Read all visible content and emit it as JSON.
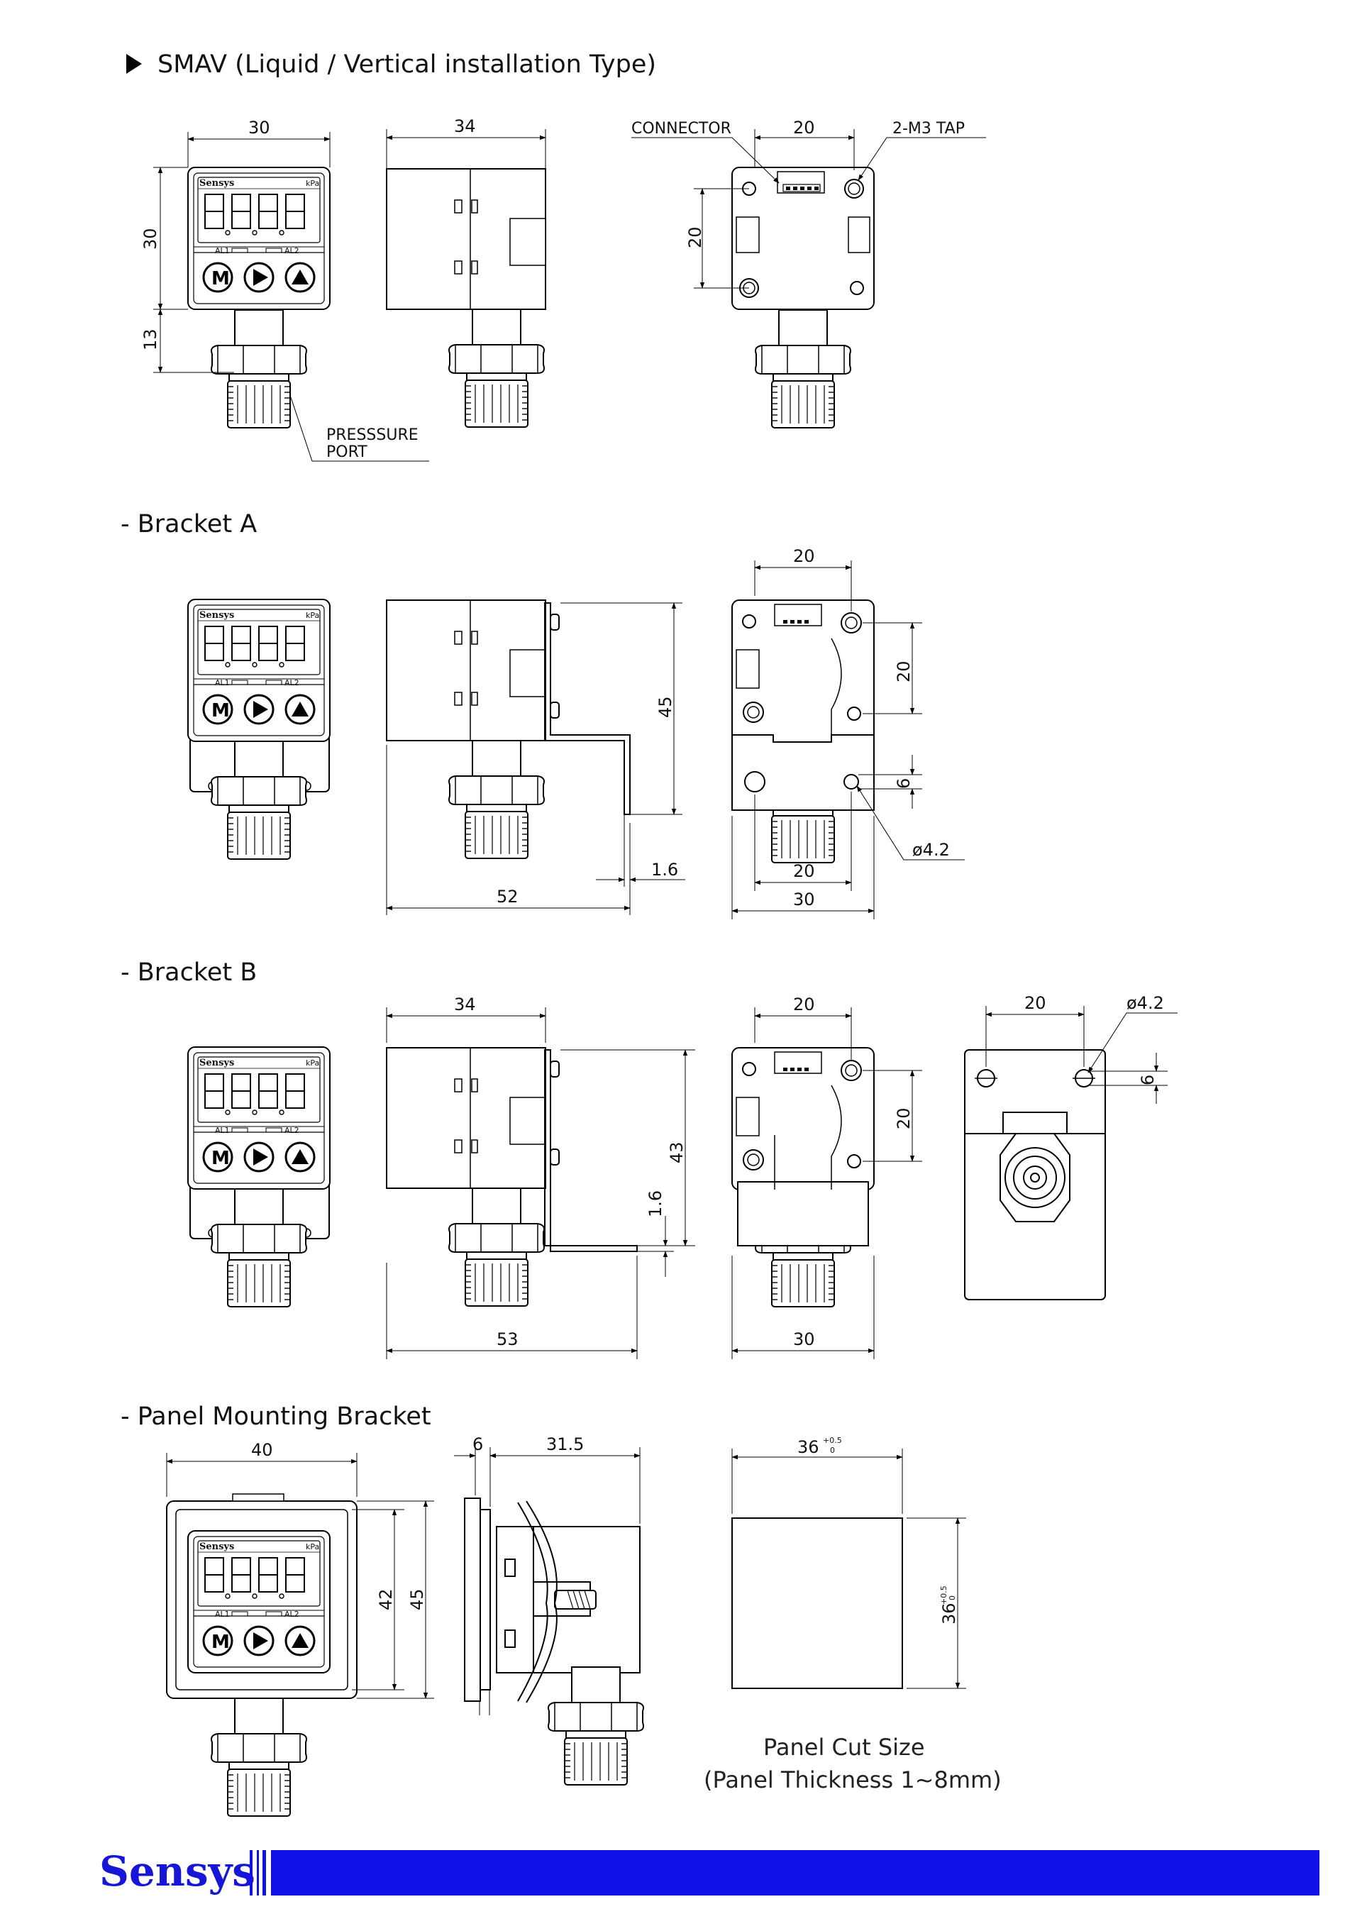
{
  "headings": {
    "smav": "SMAV (Liquid / Vertical installation Type)",
    "bracket_a": "- Bracket A",
    "bracket_b": "- Bracket B",
    "panel": "- Panel Mounting Bracket"
  },
  "device": {
    "brand": "Sensys",
    "unit": "kPa",
    "alarm1": "AL1",
    "alarm2": "AL2",
    "button_mode": "M"
  },
  "smav": {
    "front_width": "30",
    "front_height": "30",
    "port_height": "13",
    "side_width": "34",
    "connector": "CONNECTOR",
    "hole_spacing_h": "20",
    "tap": "2-M3 TAP",
    "hole_spacing_v": "20",
    "pressure_port_1": "PRESSSURE",
    "pressure_port_2": "PORT"
  },
  "bracket_a": {
    "height": "45",
    "thickness": "1.6",
    "depth": "52",
    "rear_top": "20",
    "rear_side": "20",
    "slot_pitch": "6",
    "hole_dia": "ø4.2",
    "rear_bottom_inner": "20",
    "rear_bottom_outer": "30"
  },
  "bracket_b": {
    "side_width": "34",
    "height": "43",
    "thickness": "1.6",
    "depth": "53",
    "rear_top": "20",
    "rear_side": "20",
    "rear_bottom": "30",
    "bottom_spacing": "20",
    "hole_dia": "ø4.2",
    "slot_pitch": "6"
  },
  "panel": {
    "front_width": "40",
    "inner_height": "42",
    "outer_height": "45",
    "bezel": "6",
    "depth": "31.5",
    "cut_size": "36",
    "tol_upper": "+0.5",
    "tol_lower": "0",
    "caption_1": "Panel Cut Size",
    "caption_2": "(Panel Thickness 1~8mm)"
  },
  "footer": {
    "brand": "Sensys",
    "color": "#1010e8"
  }
}
